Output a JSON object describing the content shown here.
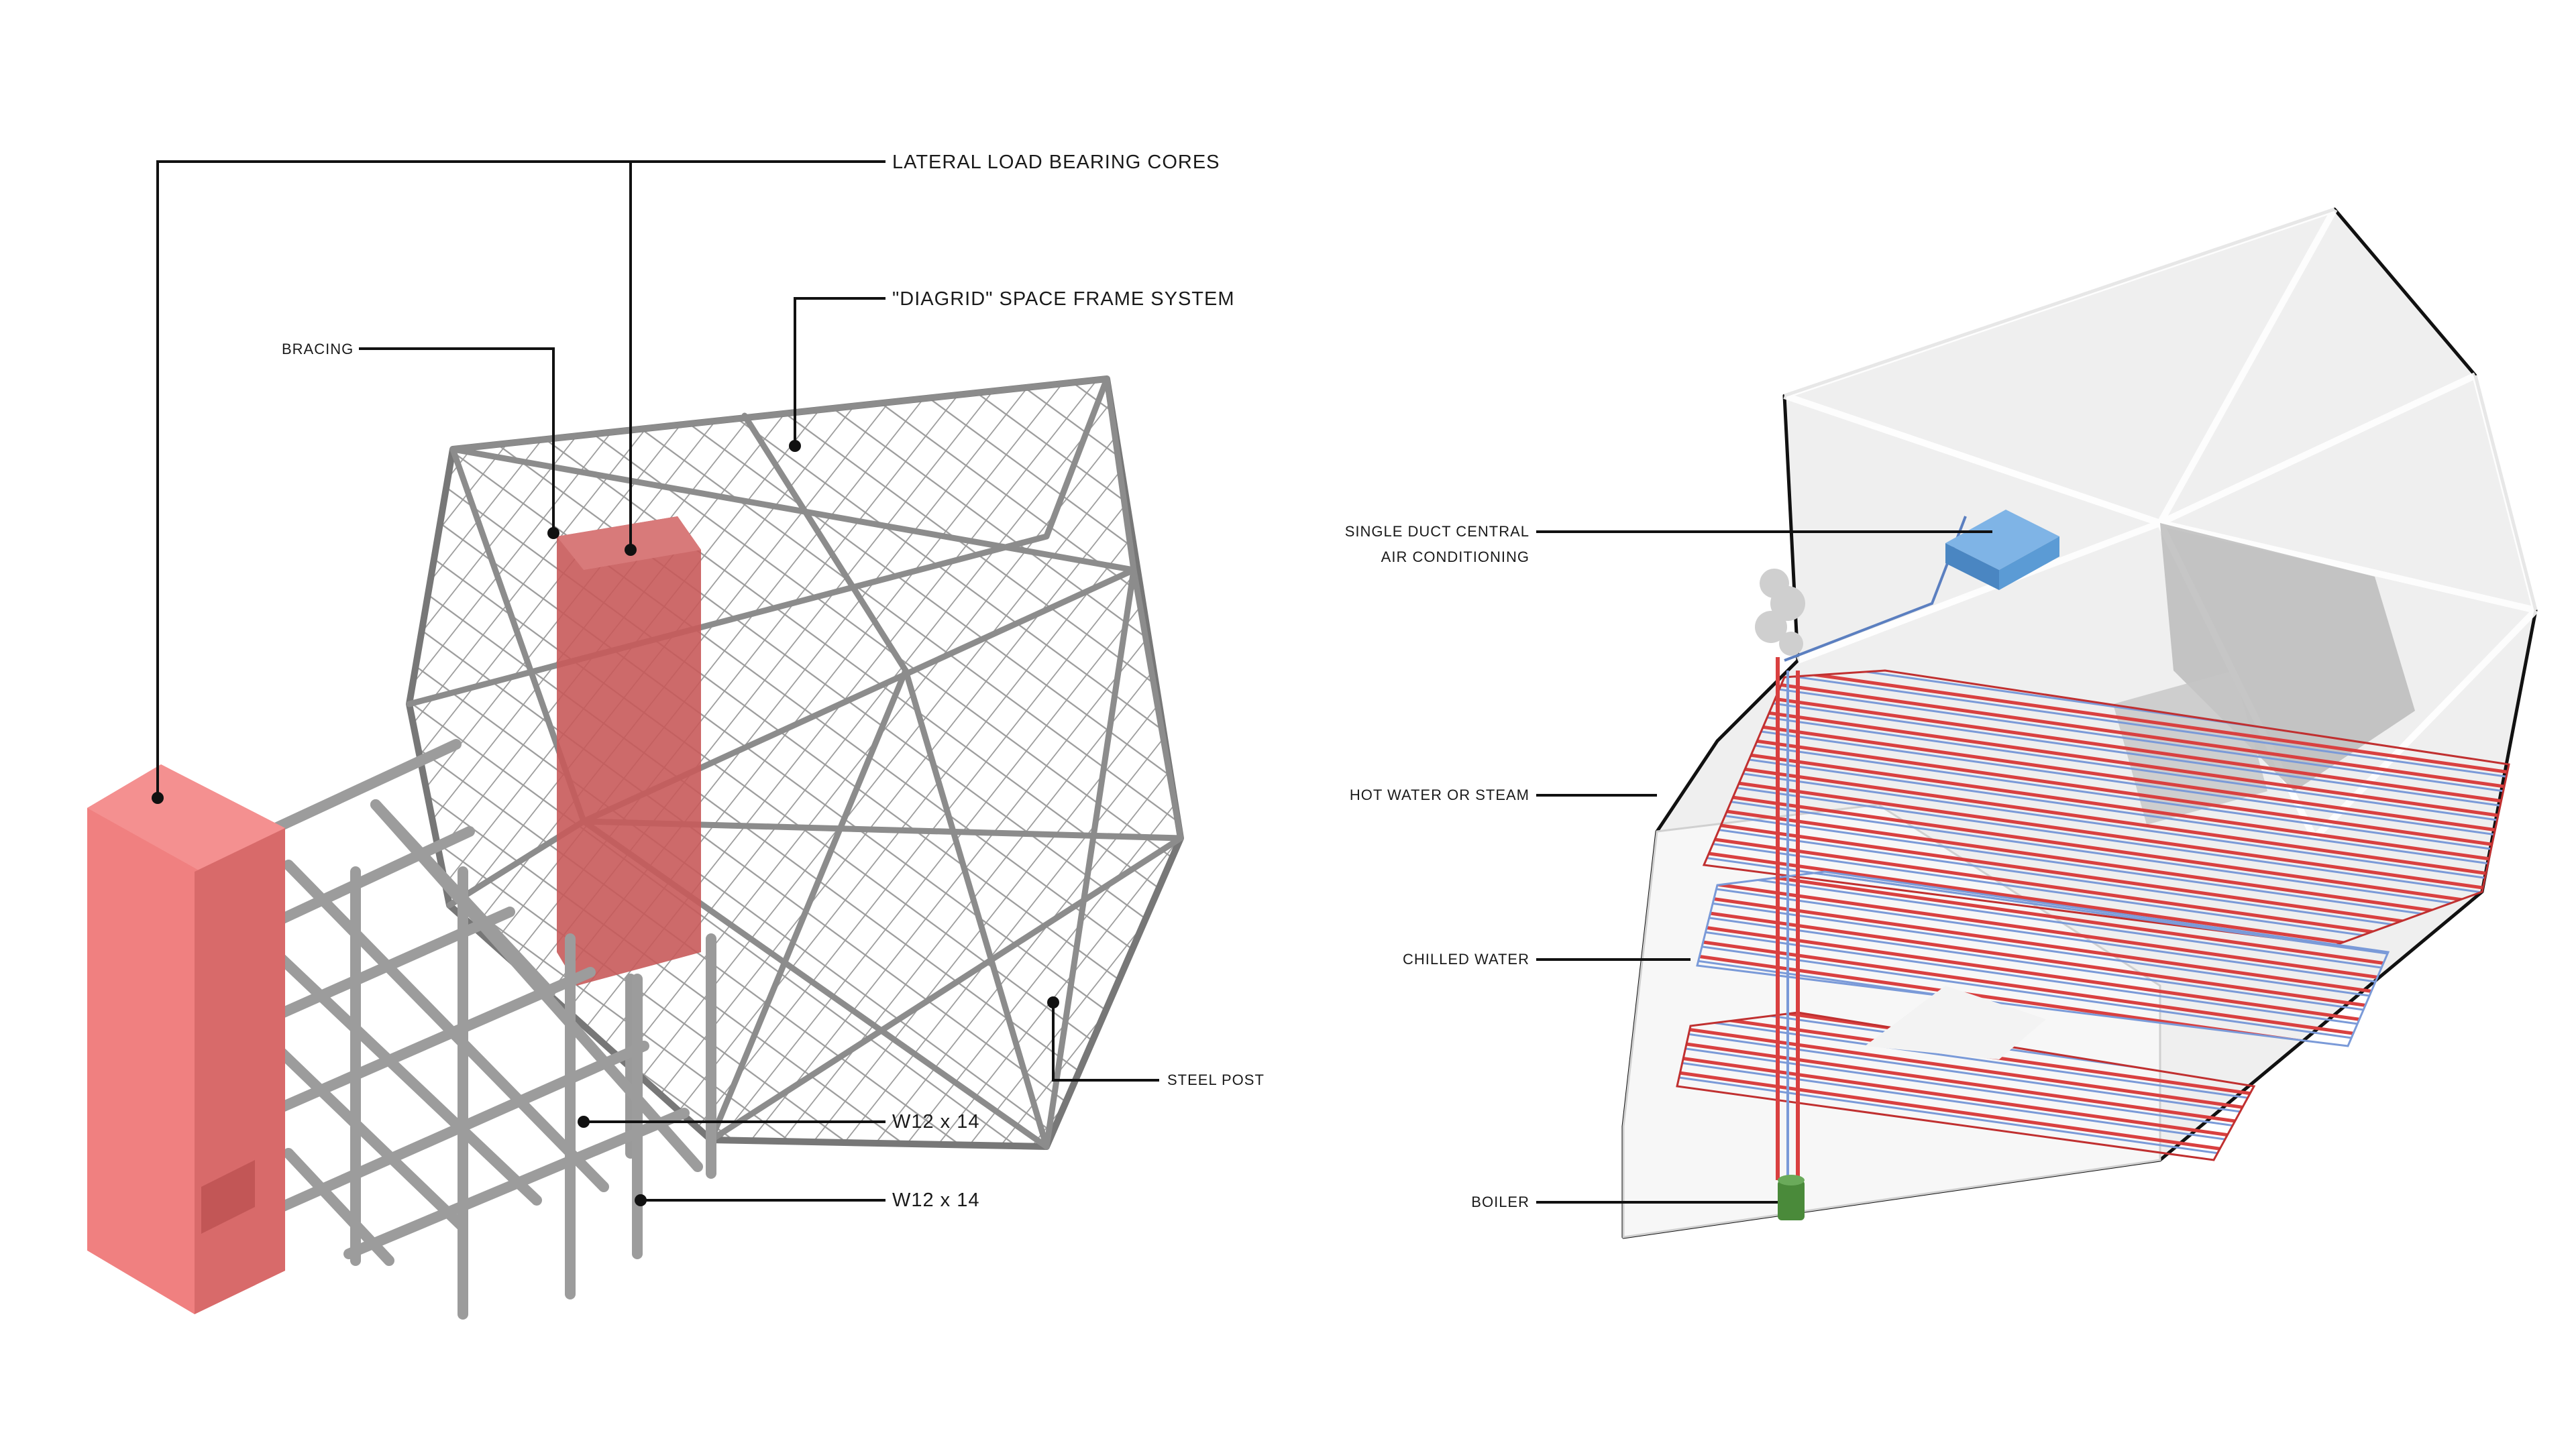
{
  "structural": {
    "labels": {
      "lateral_cores": "LATERAL LOAD BEARING CORES",
      "diagrid": "\"DIAGRID\" SPACE FRAME SYSTEM",
      "bracing": "BRACING",
      "steel_post": "STEEL POST",
      "w12_upper": "W12 x 14",
      "w12_lower": "W12 x 14"
    }
  },
  "mechanical": {
    "labels": {
      "ac_line1": "SINGLE DUCT CENTRAL",
      "ac_line2": "AIR CONDITIONING",
      "hot_water": "HOT WATER OR STEAM",
      "chilled_water": "CHILLED WATER",
      "boiler": "BOILER"
    }
  },
  "colors": {
    "core": "#f08080",
    "core_shade": "#d86a6a",
    "inner_core": "#c85a5a",
    "steel": "#8a8a8a",
    "leader": "#111111",
    "hot_pipe": "#d94040",
    "chilled_pipe": "#7a9ad8",
    "ac_unit": "#5b9bd5",
    "boiler": "#4a8a3a"
  }
}
